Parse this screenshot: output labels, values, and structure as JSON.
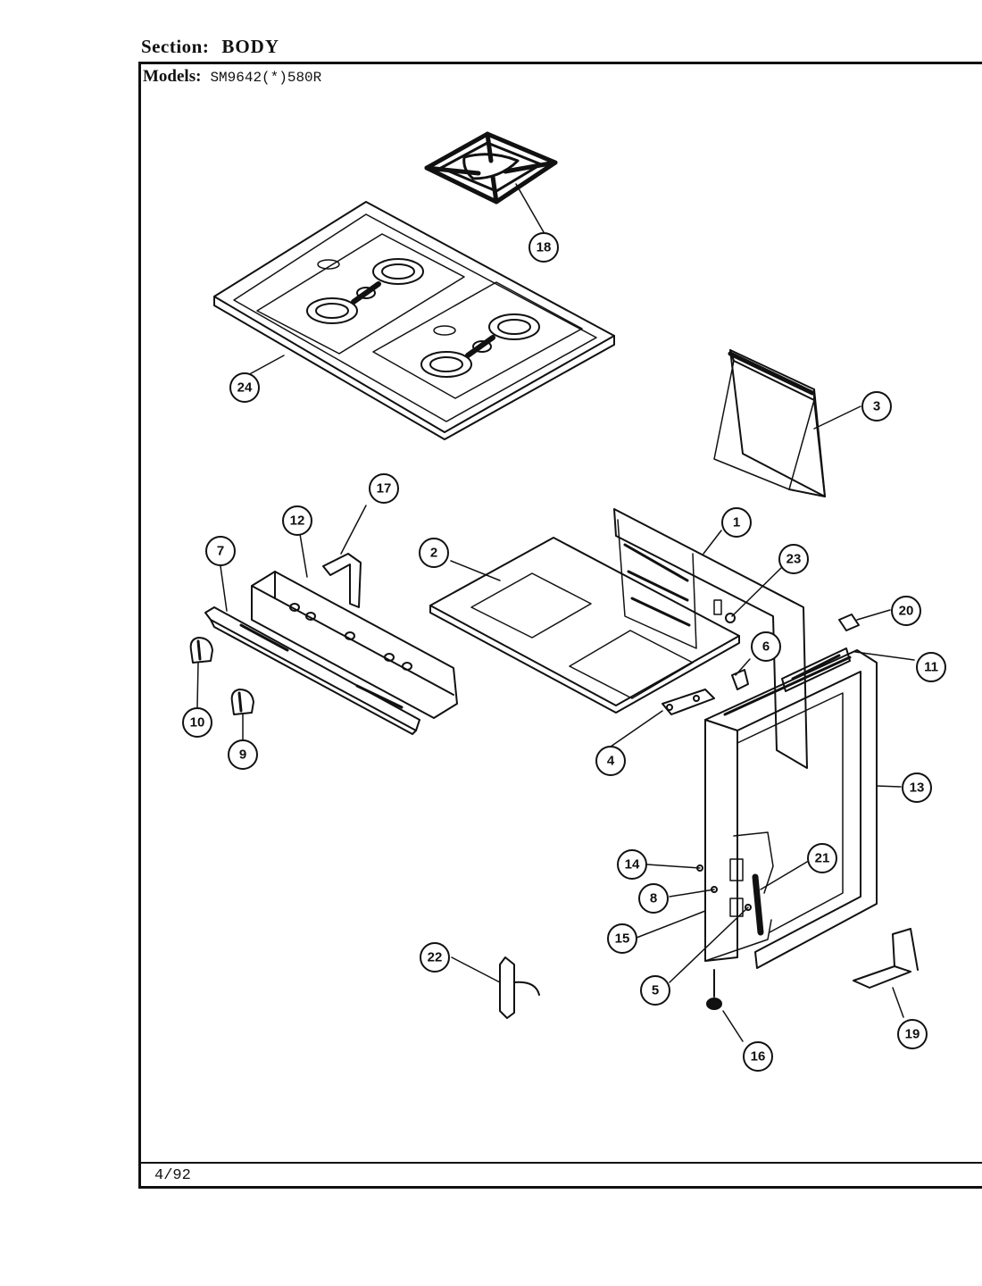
{
  "header": {
    "section_label": "Section:",
    "section_value": "BODY",
    "models_label": "Models:",
    "models_value": "SM9642(*)580R"
  },
  "footer": {
    "date": "4/92"
  },
  "callouts": [
    "1",
    "2",
    "3",
    "4",
    "5",
    "6",
    "7",
    "8",
    "9",
    "10",
    "11",
    "12",
    "13",
    "14",
    "15",
    "16",
    "17",
    "18",
    "19",
    "20",
    "21",
    "22",
    "23",
    "24"
  ]
}
